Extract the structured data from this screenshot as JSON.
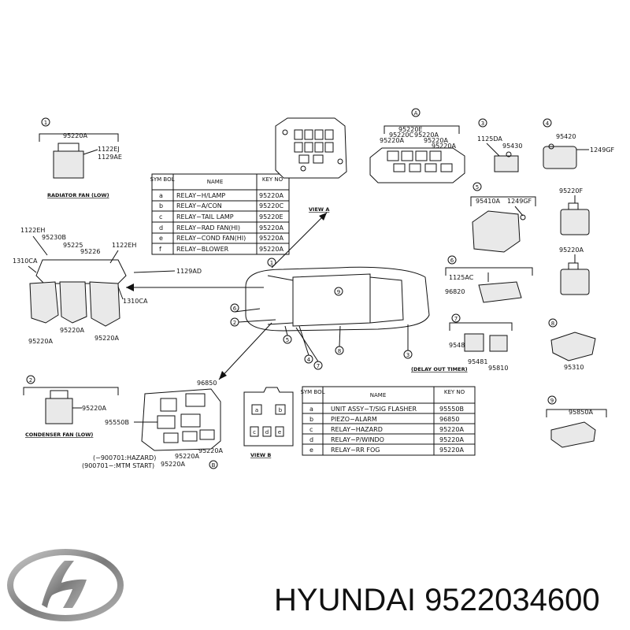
{
  "brand": {
    "title": "HYUNDAI 9522034600"
  },
  "captions": {
    "radiator_fan": "RADIATOR FAN (LOW)",
    "condenser_fan": "CONDENSER FAN (LOW)",
    "view_a": "VIEW A",
    "view_b": "VIEW B",
    "delay_out_timer": "(DELAY OUT TIMER)"
  },
  "callouts": [
    "1",
    "2",
    "3",
    "4",
    "5",
    "6",
    "7",
    "8",
    "9",
    "A",
    "B"
  ],
  "part_labels": {
    "p95220A_1": "95220A",
    "p1122EJ": "1122EJ",
    "p1129AE": "1129AE",
    "p1122EH_l": "1122EH",
    "p95230B": "95230B",
    "p95225": "95225",
    "p95226": "95226",
    "p1122EH_r": "1122EH",
    "p1310CA_l": "1310CA",
    "p1129AD": "1129AD",
    "p1310CA_r": "1310CA",
    "p95220A_l1": "95220A",
    "p95220A_l2": "95220A",
    "p95220A_l3": "95220A",
    "p95220A_2": "95220A",
    "p96850_b": "96850",
    "p95550B_b": "95550B",
    "p95220A_b1": "95220A",
    "p95220A_b2": "95220A",
    "p95220A_b3": "95220A",
    "hazard_note": "(−900701:HAZARD)",
    "mtm_note": "(900701−:MTM START)",
    "p95220E": "95220E",
    "p95220C": "95220C",
    "p95220A_a1": "95220A",
    "p95220A_a2": "95220A",
    "p95220A_a3": "95220A",
    "p95220A_a4": "95220A",
    "p1125DA": "1125DA",
    "p95430": "95430",
    "p95420": "95420",
    "p1249GF_4": "1249GF",
    "p95410A": "95410A",
    "p1249GF_5": "1249GF",
    "p95220F": "95220F",
    "p95220A_r": "95220A",
    "p1125AC": "1125AC",
    "p96820": "96820",
    "p95482": "95482",
    "p95481": "95481",
    "p95810": "95810",
    "p95310": "95310",
    "p95850A": "95850A"
  },
  "table_a": {
    "headers": [
      "SYM BOL",
      "NAME",
      "KEY NO"
    ],
    "rows": [
      {
        "sym": "a",
        "name": "RELAY−H/LAMP",
        "key": "95220A"
      },
      {
        "sym": "b",
        "name": "RELAY−A/CON",
        "key": "95220C"
      },
      {
        "sym": "c",
        "name": "RELAY−TAIL LAMP",
        "key": "95220E"
      },
      {
        "sym": "d",
        "name": "RELAY−RAD FAN(HI)",
        "key": "95220A"
      },
      {
        "sym": "e",
        "name": "RELAY−COND FAN(HI)",
        "key": "95220A"
      },
      {
        "sym": "f",
        "name": "RELAY−BLOWER",
        "key": "95220A"
      }
    ]
  },
  "table_b": {
    "headers": [
      "SYM BOL",
      "NAME",
      "KEY NO"
    ],
    "rows": [
      {
        "sym": "a",
        "name": "UNIT ASSY−T/SIG FLASHER",
        "key": "95550B"
      },
      {
        "sym": "b",
        "name": "PIEZO−ALARM",
        "key": "96850"
      },
      {
        "sym": "c",
        "name": "RELAY−HAZARD",
        "key": "95220A"
      },
      {
        "sym": "d",
        "name": "RELAY−P/WINDO",
        "key": "95220A"
      },
      {
        "sym": "e",
        "name": "RELAY−RR FOG",
        "key": "95220A"
      }
    ]
  },
  "view_b_letters": [
    "a",
    "b",
    "c",
    "d",
    "e"
  ],
  "colors": {
    "line": "#111111",
    "logo": "#8a8a8a",
    "background": "#ffffff"
  },
  "icons": {
    "logo": "hyundai-logo-icon"
  }
}
